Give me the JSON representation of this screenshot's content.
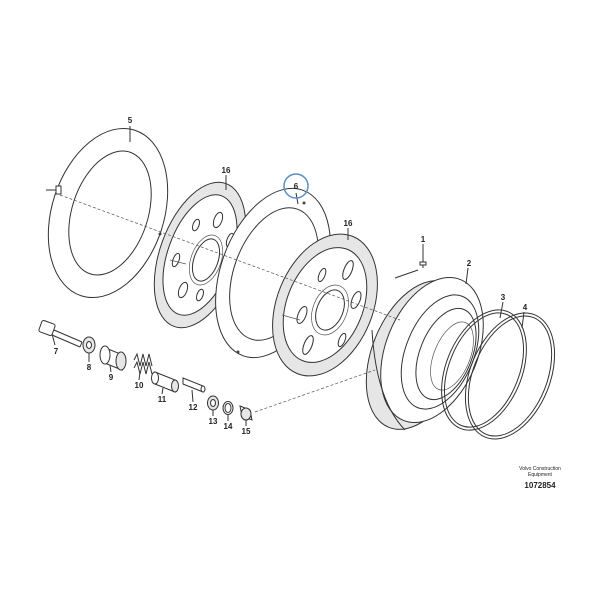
{
  "parts": [
    {
      "id": "1",
      "label": "1"
    },
    {
      "id": "2",
      "label": "2"
    },
    {
      "id": "3",
      "label": "3"
    },
    {
      "id": "4",
      "label": "4"
    },
    {
      "id": "5",
      "label": "5"
    },
    {
      "id": "6",
      "label": "6",
      "highlighted": true
    },
    {
      "id": "7",
      "label": "7"
    },
    {
      "id": "8",
      "label": "8"
    },
    {
      "id": "9",
      "label": "9"
    },
    {
      "id": "10",
      "label": "10"
    },
    {
      "id": "11",
      "label": "11"
    },
    {
      "id": "12",
      "label": "12"
    },
    {
      "id": "13",
      "label": "13"
    },
    {
      "id": "14",
      "label": "14"
    },
    {
      "id": "15",
      "label": "15"
    },
    {
      "id": "16a",
      "label": "16"
    },
    {
      "id": "16b",
      "label": "16"
    }
  ],
  "footer": {
    "company_line1": "Volvo Construction",
    "company_line2": "Equipment",
    "drawing_number": "1072854"
  },
  "colors": {
    "highlight_circle": "#5b8fc7",
    "line": "#333333"
  }
}
